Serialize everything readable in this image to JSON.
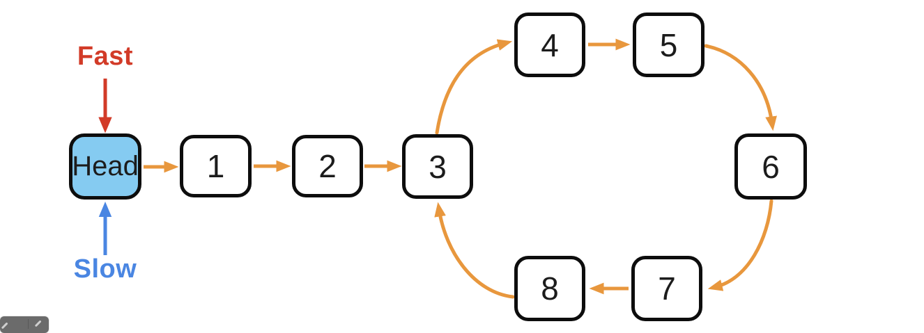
{
  "page": {
    "background": "#ffffff"
  },
  "diagram": {
    "type": "linked-list-with-cycle",
    "nodes": [
      {
        "id": "head",
        "label": "Head",
        "fill": "#85cbf1"
      },
      {
        "id": "1",
        "label": "1",
        "fill": "#ffffff"
      },
      {
        "id": "2",
        "label": "2",
        "fill": "#ffffff"
      },
      {
        "id": "3",
        "label": "3",
        "fill": "#ffffff"
      },
      {
        "id": "4",
        "label": "4",
        "fill": "#ffffff"
      },
      {
        "id": "5",
        "label": "5",
        "fill": "#ffffff"
      },
      {
        "id": "6",
        "label": "6",
        "fill": "#ffffff"
      },
      {
        "id": "7",
        "label": "7",
        "fill": "#ffffff"
      },
      {
        "id": "8",
        "label": "8",
        "fill": "#ffffff"
      }
    ],
    "edges": [
      {
        "from": "Head",
        "to": "1"
      },
      {
        "from": "1",
        "to": "2"
      },
      {
        "from": "2",
        "to": "3"
      },
      {
        "from": "3",
        "to": "4"
      },
      {
        "from": "4",
        "to": "5"
      },
      {
        "from": "5",
        "to": "6"
      },
      {
        "from": "6",
        "to": "7"
      },
      {
        "from": "7",
        "to": "8"
      },
      {
        "from": "8",
        "to": "3"
      }
    ],
    "pointers": [
      {
        "label": "Fast",
        "target": "Head",
        "color": "#d23b28"
      },
      {
        "label": "Slow",
        "target": "Head",
        "color": "#4a86e2"
      }
    ],
    "colors": {
      "edge": "#e8973d",
      "node_border": "#0d0d0d",
      "node_text": "#1c1c1c",
      "head_fill": "#85cbf1",
      "fast": "#d23b28",
      "slow": "#4a86e2",
      "toolbar_bg": "#6b6b6b"
    }
  },
  "toolbar": {
    "icons": [
      "pen-icon",
      "pencil-icon"
    ]
  }
}
